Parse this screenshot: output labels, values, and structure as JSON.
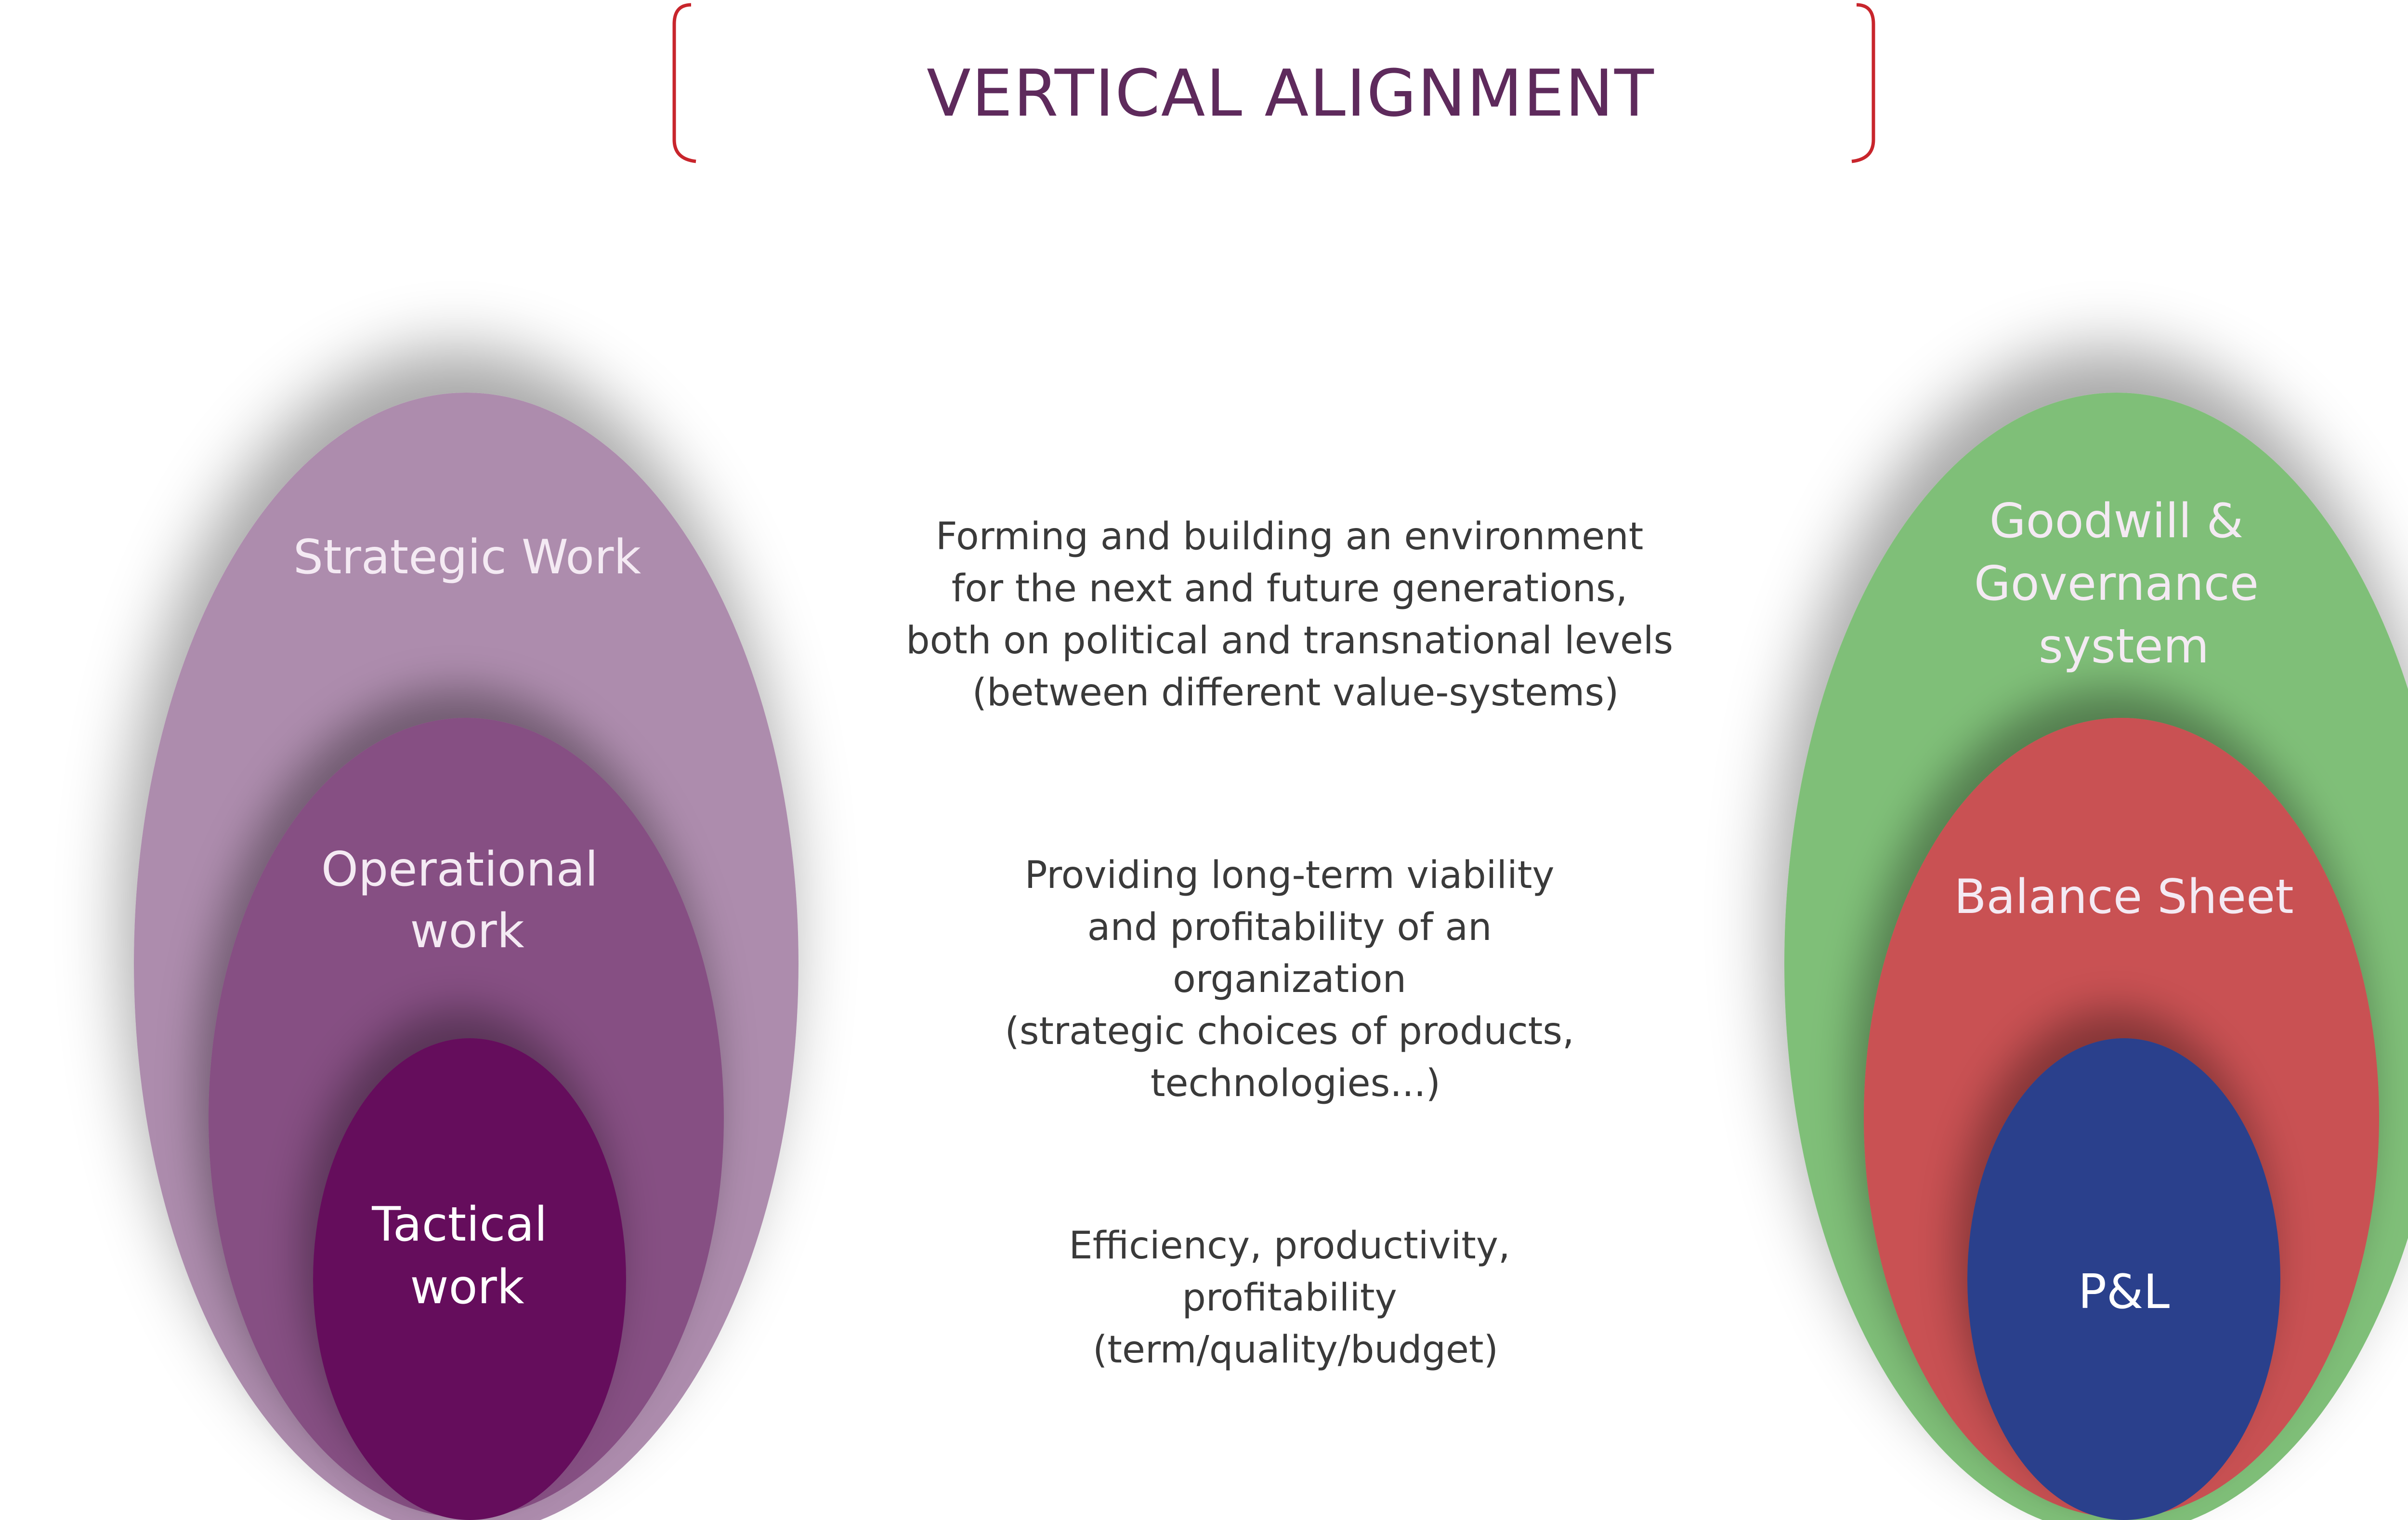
{
  "title": "VERTICAL ALIGNMENT",
  "colors": {
    "title_text": "#5e2a5c",
    "bracket": "#c8252c",
    "strategic": "#ad8cad",
    "operational": "#864f83",
    "tactical": "#650e5c",
    "goodwill": "#7fbf78",
    "balance_sheet": "#c95152",
    "pnl": "#2c418c",
    "description_text": "#3a3a3a"
  },
  "left_diagram": {
    "outer": [
      "Strategic Work"
    ],
    "middle": [
      "Operational",
      "work"
    ],
    "inner": [
      "Tactical",
      "work"
    ]
  },
  "descriptions": {
    "top": [
      "Forming and building an environment",
      "for the next and future generations,",
      "both on political and transnational levels",
      "(between different value-systems)"
    ],
    "middle": [
      "Providing long-term viability",
      "and profitability of an",
      "organization",
      "(strategic choices of products,",
      "technologies...)"
    ],
    "bottom": [
      "Efficiency, productivity,",
      "profitability",
      "(term/quality/budget)"
    ]
  },
  "right_diagram": {
    "outer": [
      "Goodwill &",
      "Governance",
      "system"
    ],
    "middle": [
      "Balance Sheet"
    ],
    "inner": [
      "P&L"
    ]
  }
}
